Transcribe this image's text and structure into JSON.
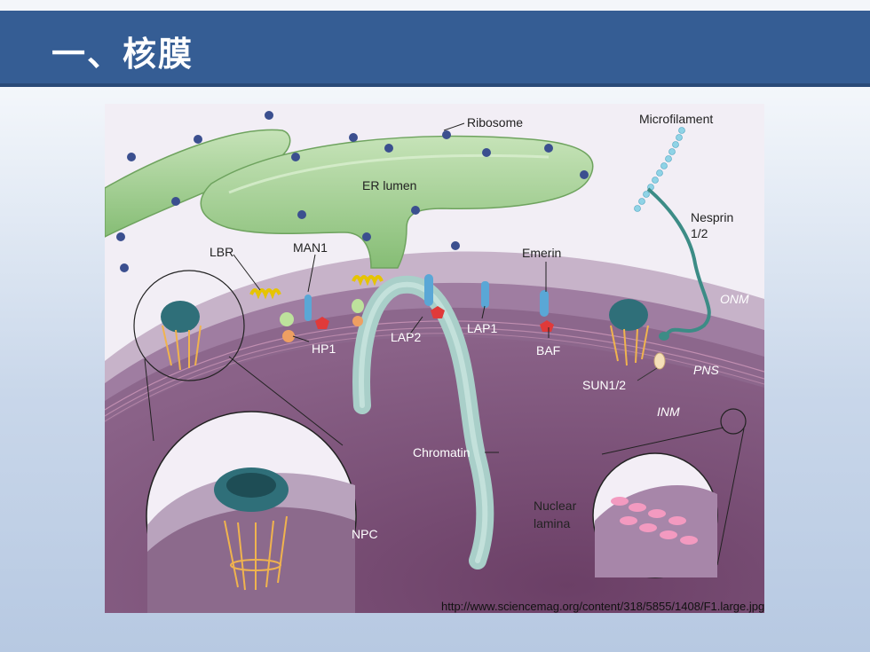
{
  "slide": {
    "title": "一、核膜",
    "credit_url": "http://www.sciencemag.org/content/318/5855/1408/F1.large.jpg"
  },
  "figure": {
    "labels": {
      "ribosome": "Ribosome",
      "microfilament": "Microfilament",
      "er_lumen": "ER lumen",
      "nesprin_line1": "Nesprin",
      "nesprin_line2": "1/2",
      "lbr": "LBR",
      "man1": "MAN1",
      "emerin": "Emerin",
      "onm": "ONM",
      "hp1": "HP1",
      "lap2": "LAP2",
      "lap1": "LAP1",
      "baf": "BAF",
      "pns": "PNS",
      "sun": "SUN1/2",
      "inm": "INM",
      "chromatin": "Chromatin",
      "nuclear_line1": "Nuclear",
      "nuclear_line2": "lamina",
      "npc": "NPC"
    }
  },
  "colors": {
    "title_bar": "#355d94",
    "er_green": "#9ccb8b",
    "nucleus_purple": "#7a4f78",
    "membrane_band": "#b59ab8",
    "chromatin": "#a9cfc9"
  }
}
